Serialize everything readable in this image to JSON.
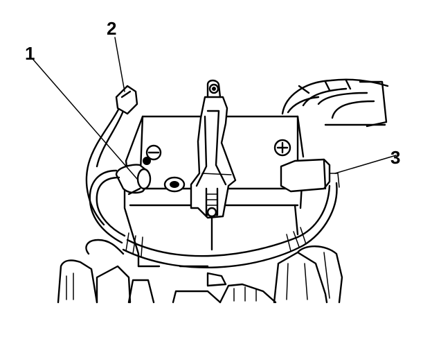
{
  "callouts": [
    {
      "id": "1",
      "label": "1"
    },
    {
      "id": "2",
      "label": "2"
    },
    {
      "id": "3",
      "label": "3"
    }
  ],
  "terminal_marks": {
    "negative": "−",
    "positive": "+"
  },
  "colors": {
    "line": "#000000",
    "background": "#ffffff"
  }
}
